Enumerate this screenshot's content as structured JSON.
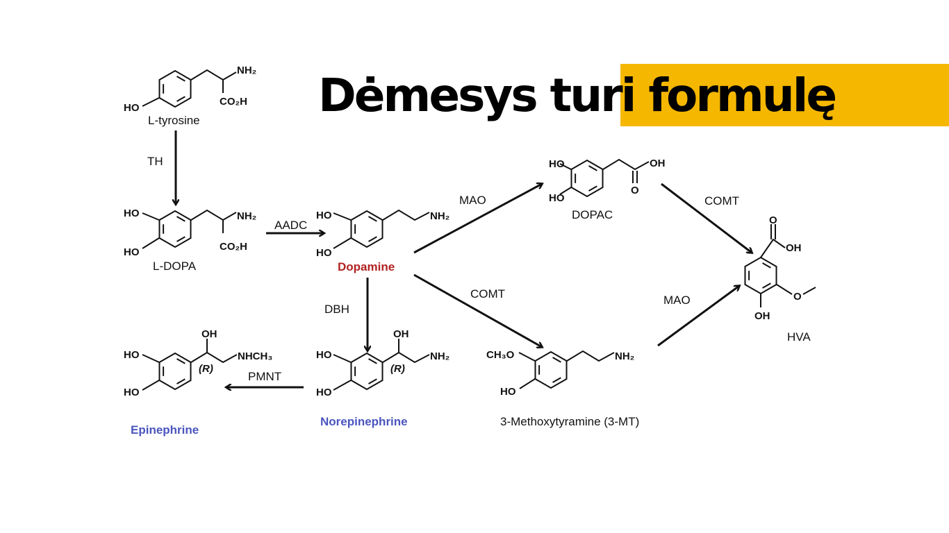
{
  "title": {
    "part1": "Dėmesys turi ",
    "part2": "formulę",
    "highlight_color": "#F5B700"
  },
  "compounds": {
    "tyrosine": "L-tyrosine",
    "ldopa": "L-DOPA",
    "dopamine": "Dopamine",
    "norepinephrine": "Norepinephrine",
    "epinephrine": "Epinephrine",
    "dopac": "DOPAC",
    "mt": "3-Methoxytyramine (3-MT)",
    "hva": "HVA"
  },
  "compound_colors": {
    "dopamine": "#B22222",
    "norepinephrine": "#4A55BF",
    "epinephrine": "#4A55BF"
  },
  "enzymes": {
    "th": "TH",
    "aadc": "AADC",
    "mao1": "MAO",
    "comt1": "COMT",
    "dbh": "DBH",
    "pmnt": "PMNT",
    "comt2": "COMT",
    "mao2": "MAO"
  },
  "atoms": {
    "ho": "HO",
    "oh": "OH",
    "nh2": "NH₂",
    "co2h": "CO₂H",
    "nhch3": "NHCH₃",
    "r": "(R)",
    "ch3o": "CH₃O",
    "o": "O"
  }
}
